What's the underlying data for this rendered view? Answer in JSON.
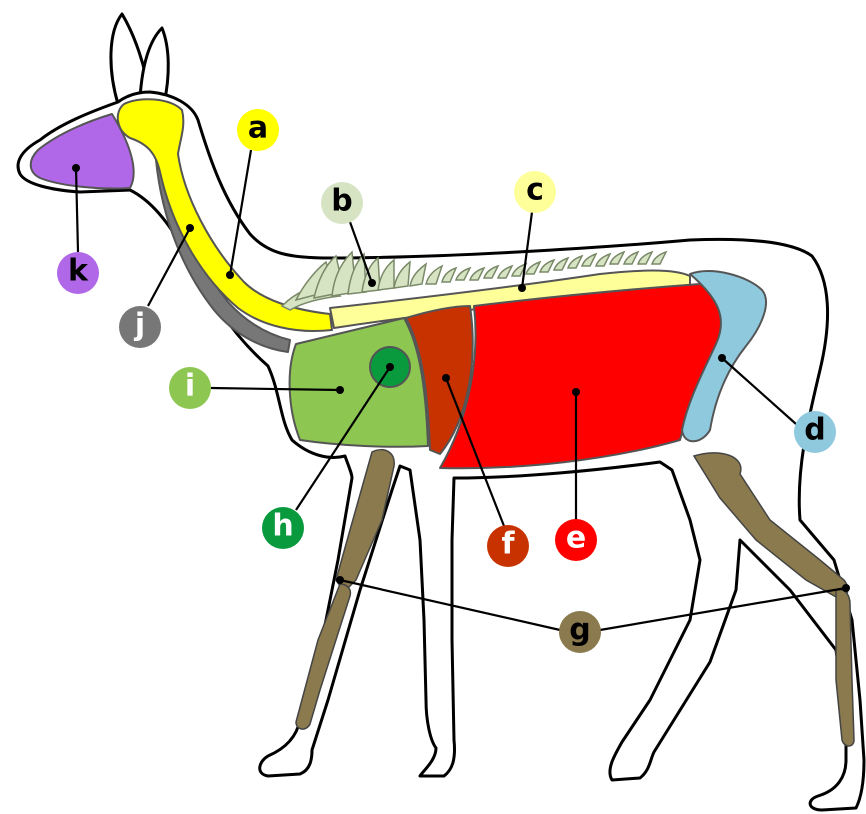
{
  "labels": {
    "a": {
      "letter": "a",
      "color": "#ffff00",
      "text_color": "#000000"
    },
    "b": {
      "letter": "b",
      "color": "#d7e4c4",
      "text_color": "#000000"
    },
    "c": {
      "letter": "c",
      "color": "#ffff99",
      "text_color": "#000000"
    },
    "d": {
      "letter": "d",
      "color": "#8ec9de",
      "text_color": "#000000"
    },
    "e": {
      "letter": "e",
      "color": "#ff0000",
      "text_color": "#ffffff"
    },
    "f": {
      "letter": "f",
      "color": "#c83200",
      "text_color": "#ffffff"
    },
    "g": {
      "letter": "g",
      "color": "#8a7a4d",
      "text_color": "#000000"
    },
    "h": {
      "letter": "h",
      "color": "#0a9a3e",
      "text_color": "#ffffff"
    },
    "i": {
      "letter": "i",
      "color": "#8dc651",
      "text_color": "#ffffff"
    },
    "j": {
      "letter": "j",
      "color": "#777777",
      "text_color": "#ffffff"
    },
    "k": {
      "letter": "k",
      "color": "#b068e8",
      "text_color": "#000000"
    }
  },
  "colors": {
    "outline": "#000000",
    "body_fill": "#ffffff",
    "vertebrae": "#d7e4c4",
    "spine": "#ffff99",
    "neck": "#ffff00",
    "pelvis": "#8ec9de",
    "abdomen": "#ff0000",
    "liver": "#c83200",
    "lungs": "#8dc651",
    "heart": "#0a9a3e",
    "trachea": "#777777",
    "head": "#b068e8",
    "leg_bones": "#8a7a4d"
  }
}
